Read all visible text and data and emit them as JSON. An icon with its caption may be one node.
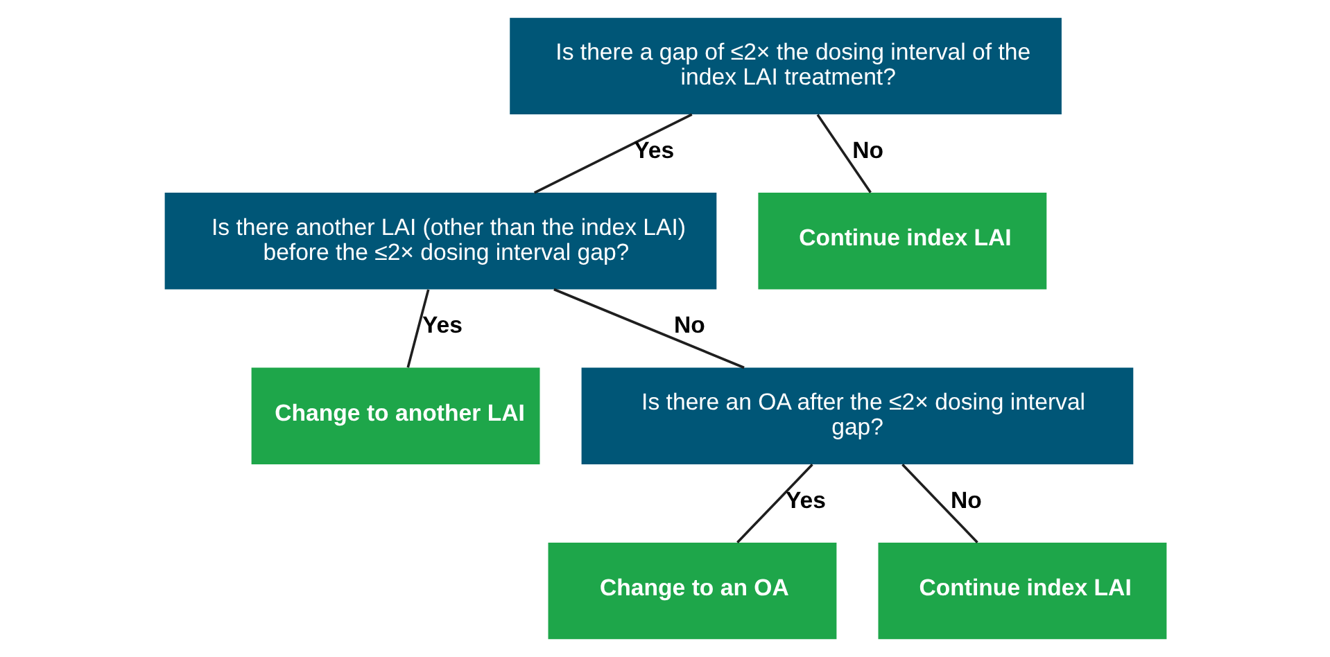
{
  "diagram": {
    "nodes": [
      {
        "text": [
          "Is there a gap of ≤2× the dosing interval of the index LAI treatment?"
        ]
      },
      {
        "text": [
          "Is there another LAI (other than the index LAI) before the ≤2× dosing interval gap?"
        ]
      },
      {
        "text": [
          "Continue index LAI"
        ]
      },
      {
        "text": [
          "Change to another LAI"
        ]
      },
      {
        "text": [
          "Is there an OA after the ≤2× dosing interval gap?"
        ]
      },
      {
        "text": [
          "Change to an OA"
        ]
      },
      {
        "text": [
          "Continue index LAI"
        ]
      }
    ],
    "edges": [
      {
        "from": 0,
        "to": 1,
        "arrow": "none",
        "label": "Yes"
      },
      {
        "from": 0,
        "to": 2,
        "arrow": "none",
        "label": "No"
      },
      {
        "from": 1,
        "to": 3,
        "arrow": "none",
        "label": "Yes"
      },
      {
        "from": 1,
        "to": 4,
        "arrow": "none",
        "label": "No"
      },
      {
        "from": 4,
        "to": 5,
        "arrow": "none",
        "label": "Yes"
      },
      {
        "from": 4,
        "to": 6,
        "arrow": "none",
        "label": "No"
      }
    ]
  }
}
